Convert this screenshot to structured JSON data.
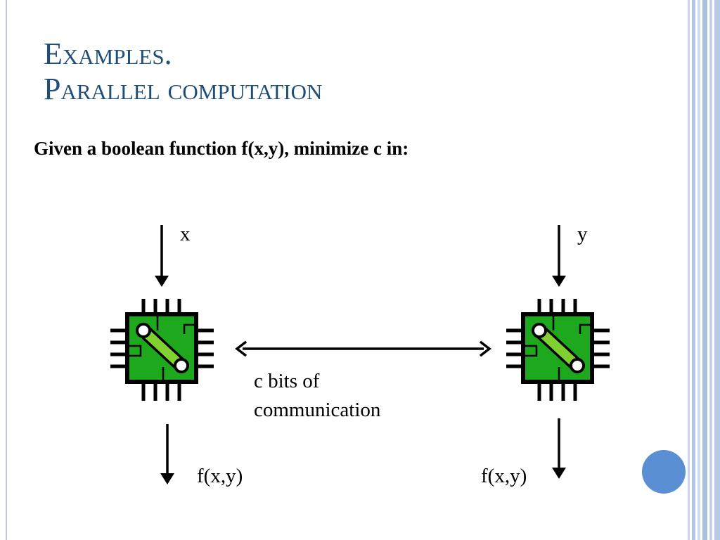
{
  "slide": {
    "title_line1": "Examples.",
    "title_line2": "Parallel computation",
    "subtitle": "Given a boolean function f(x,y), minimize c in:"
  },
  "diagram": {
    "left_input": "x",
    "right_input": "y",
    "channel_line1": "c bits of",
    "channel_line2": "communication",
    "left_output": "f(x,y)",
    "right_output": "f(x,y)"
  },
  "icons": {
    "processor": "cpu-chip-icon",
    "decoration": "circle-dot"
  },
  "colors": {
    "title": "#1f4e79",
    "chip_green": "#1ea81e",
    "chip_light": "#7fd030",
    "accent_dot": "#5b8fd3"
  }
}
